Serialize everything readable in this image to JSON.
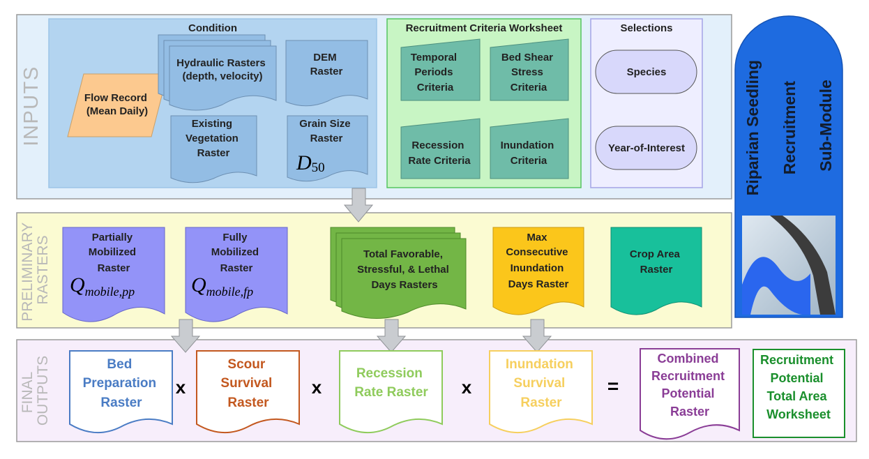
{
  "sections": {
    "inputs": "INPUTS",
    "preliminary": [
      "PRELIMINARY",
      "RASTERS"
    ],
    "final": [
      "FINAL",
      "OUTPUTS"
    ]
  },
  "inputs": {
    "condition_title": "Condition",
    "flow_record": [
      "Flow Record",
      "(Mean Daily)"
    ],
    "hydraulic_rasters": [
      "Hydraulic Rasters",
      "(depth, velocity)"
    ],
    "dem_raster": [
      "DEM",
      "Raster"
    ],
    "existing_vegetation": [
      "Existing",
      "Vegetation",
      "Raster"
    ],
    "grain_size": [
      "Grain Size",
      "Raster"
    ],
    "grain_symbol": "D",
    "grain_subscript": "50",
    "criteria_title": "Recruitment Criteria Worksheet",
    "temporal_periods": [
      "Temporal",
      "Periods",
      "Criteria"
    ],
    "bed_shear": [
      "Bed Shear",
      "Stress",
      "Criteria"
    ],
    "recession_rate": [
      "Recession",
      "Rate Criteria"
    ],
    "inundation": [
      "Inundation",
      "Criteria"
    ],
    "selections_title": "Selections",
    "species": "Species",
    "year_of_interest": "Year-of-Interest"
  },
  "preliminary": {
    "partially_mobilized": [
      "Partially",
      "Mobilized",
      "Raster"
    ],
    "partial_symbol": "Q",
    "partial_subscript": "mobile,pp",
    "fully_mobilized": [
      "Fully",
      "Mobilized",
      "Raster"
    ],
    "full_symbol": "Q",
    "full_subscript": "mobile,fp",
    "total_days": [
      "Total Favorable,",
      "Stressful, & Lethal",
      "Days Rasters"
    ],
    "max_inundation": [
      "Max",
      "Consecutive",
      "Inundation",
      "Days Raster"
    ],
    "crop_area": [
      "Crop Area",
      "Raster"
    ]
  },
  "final": {
    "bed_preparation": [
      "Bed",
      "Preparation",
      "Raster"
    ],
    "scour_survival": [
      "Scour",
      "Survival",
      "Raster"
    ],
    "recession_rate_raster": [
      "Recession",
      "Rate Raster"
    ],
    "inundation_survival": [
      "Inundation",
      "Survival",
      "Raster"
    ],
    "combined_potential": [
      "Combined",
      "Recruitment",
      "Potential",
      "Raster"
    ],
    "total_area_worksheet": [
      "Recruitment",
      "Potential",
      "Total Area",
      "Worksheet"
    ],
    "multiply_sign": "x",
    "equals_sign": "="
  },
  "module_title": [
    "Riparian Seedling",
    "Recruitment",
    "Sub-Module"
  ],
  "colors": {
    "inputs_bg": "#e3f0fb",
    "condition_bg": "#b3d4f0",
    "criteria_bg": "#c8f5c4",
    "selections_bg": "#eeeeff",
    "prelim_bg": "#fbfbd2",
    "final_bg": "#f7eefb",
    "doc_blue": "#93bde4",
    "flow_orange": "#fcc98f",
    "criteria_teal": "#6fbca8",
    "pill_purple": "#d8d8fb",
    "prelim_purple": "#9393f8",
    "prelim_green": "#73b646",
    "prelim_gold": "#fbc61b",
    "prelim_teal": "#18c09b",
    "bed_blue": "#4a7cc4",
    "scour_orange": "#c3581f",
    "recession_green": "#8fcb5c",
    "inundation_yellow": "#f6cf5e",
    "combined_purple": "#8a3d96",
    "worksheet_green": "#1a8f2c",
    "module_blue": "#1e6be0",
    "arrow_gray": "#c9ccd0"
  }
}
